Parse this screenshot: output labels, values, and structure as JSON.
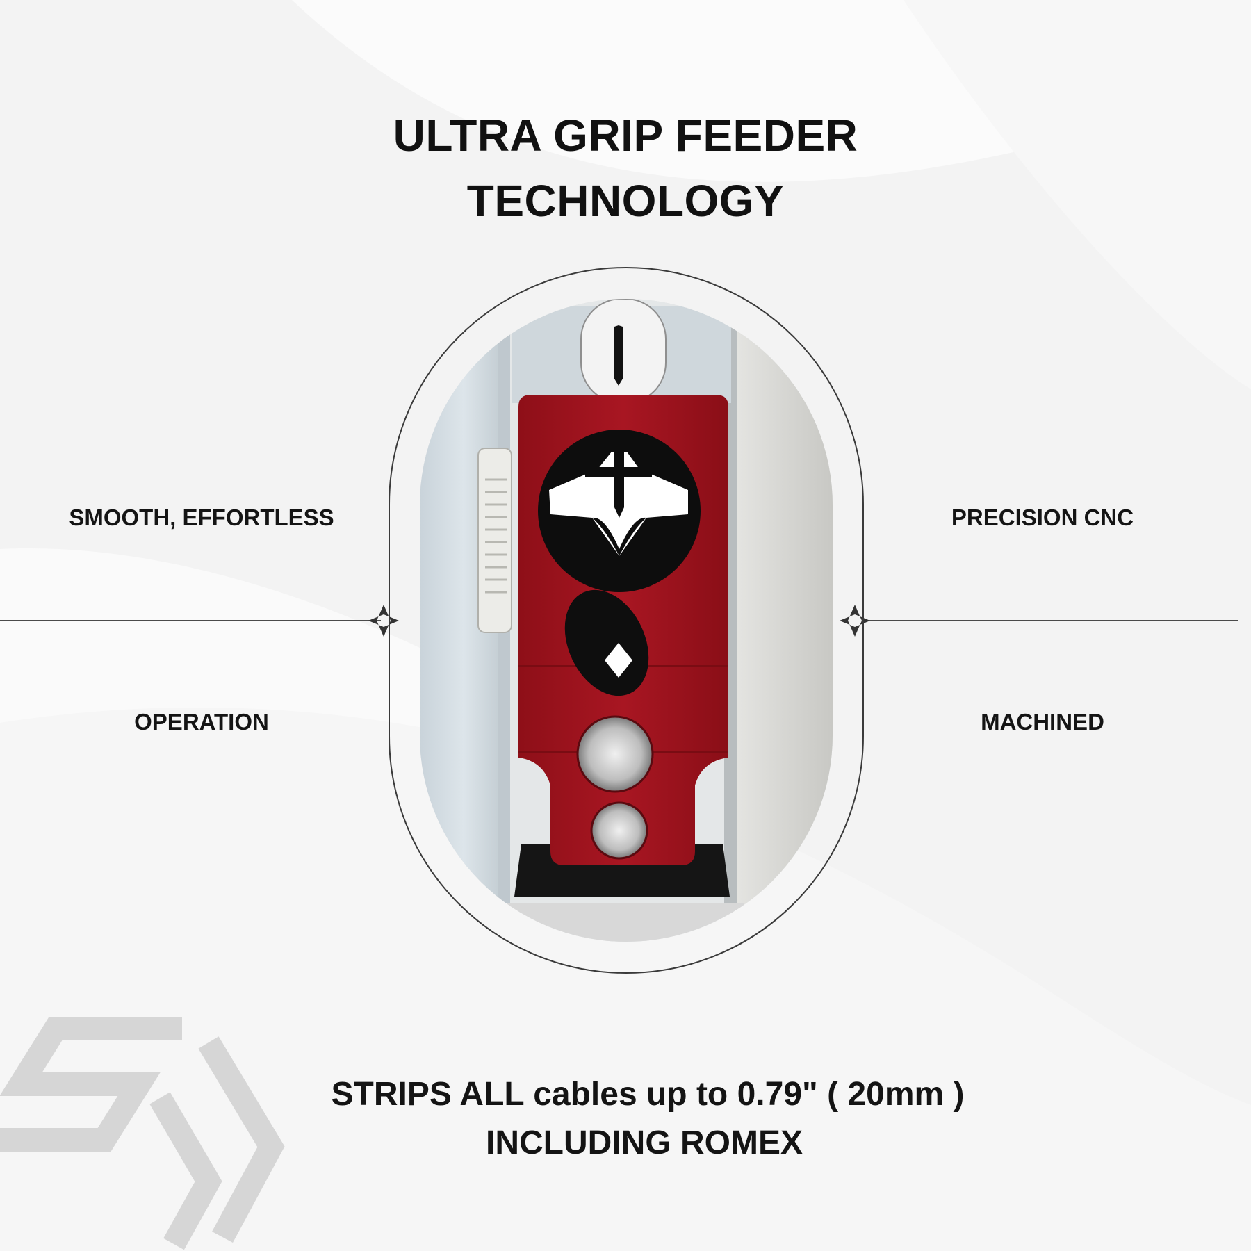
{
  "heading": {
    "line1": "ULTRA GRIP FEEDER",
    "line2": "TECHNOLOGY"
  },
  "features": {
    "left": {
      "line1": "SMOOTH, EFFORTLESS",
      "line2": "OPERATION"
    },
    "right": {
      "line1": "PRECISION CNC",
      "line2": "MACHINED"
    }
  },
  "footer": {
    "line1": "STRIPS ALL cables up to 0.79\" ( 20mm )",
    "line2": "INCLUDING ROMEX"
  },
  "colors": {
    "text": "#141414",
    "accent_red": "#a3131e",
    "frame_line": "#3a3a3a",
    "background": "#f4f4f4"
  },
  "icons": {
    "brand_mark": "sm-logo-watermark",
    "connector": "four-point-star-icon"
  }
}
